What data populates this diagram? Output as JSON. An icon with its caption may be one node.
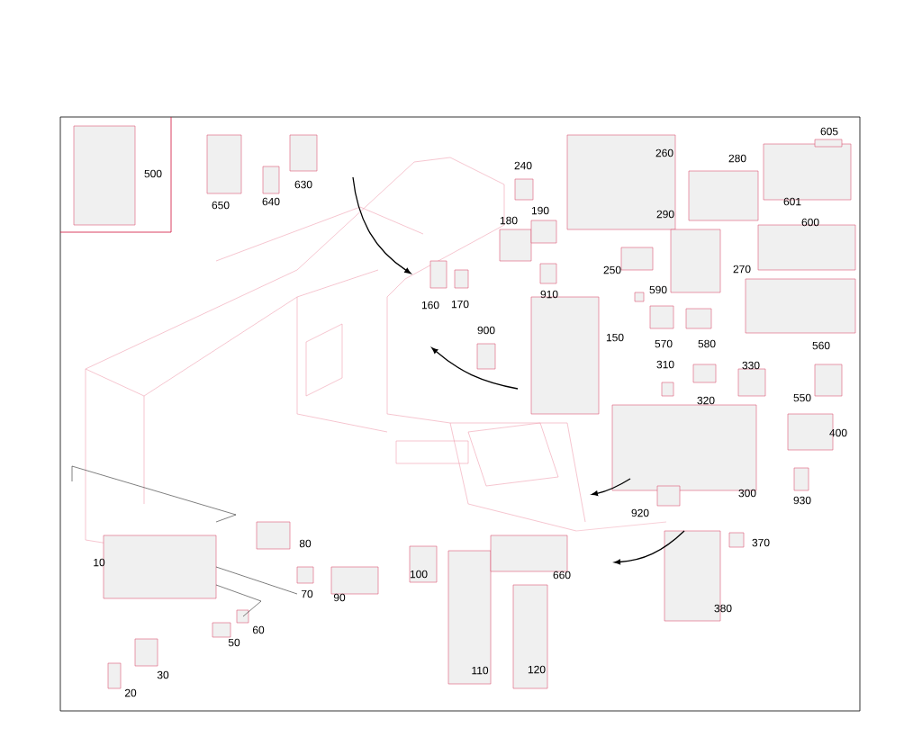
{
  "diagram": {
    "labels": [
      "605",
      "240",
      "260",
      "280",
      "500",
      "190",
      "180",
      "650",
      "640",
      "630",
      "601",
      "290",
      "600",
      "250",
      "270",
      "910",
      "160",
      "170",
      "590",
      "900",
      "150",
      "570",
      "580",
      "560",
      "310",
      "330",
      "320",
      "550",
      "400",
      "300",
      "920",
      "930",
      "80",
      "370",
      "10",
      "100",
      "660",
      "70",
      "90",
      "60",
      "50",
      "380",
      "110",
      "120",
      "30",
      "20"
    ]
  }
}
